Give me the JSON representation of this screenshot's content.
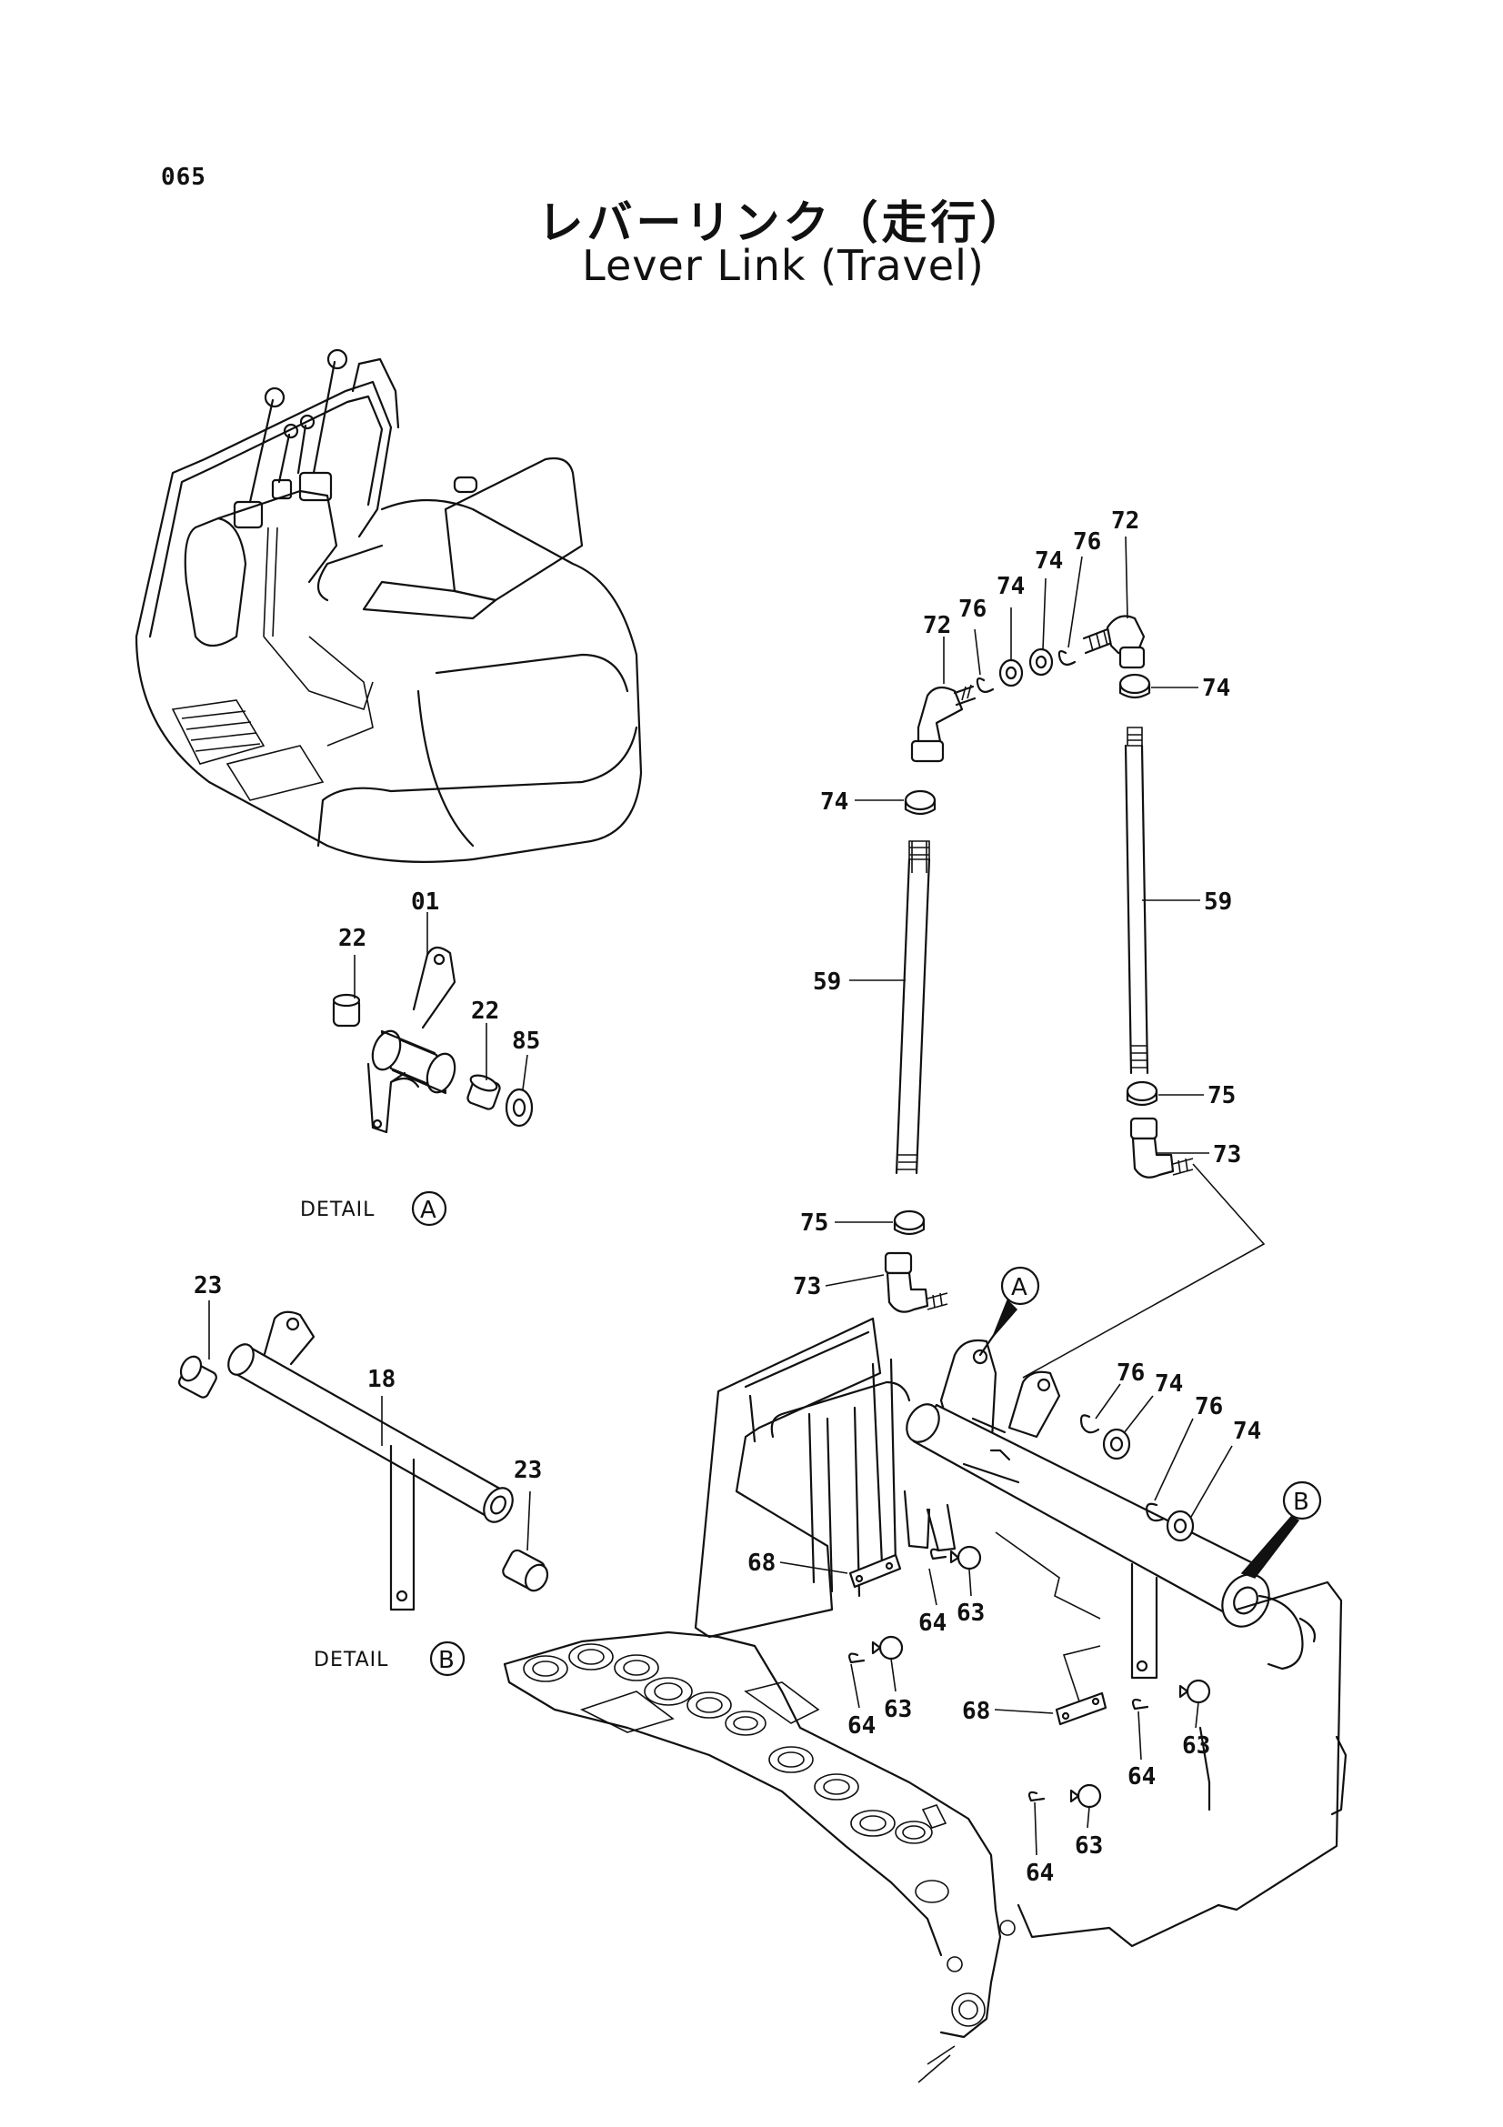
{
  "page": {
    "number": "065"
  },
  "title": {
    "japanese": "レバーリンク（走行）",
    "english": "Lever Link (Travel)"
  },
  "callouts": {
    "c72a": "72",
    "c76a": "76",
    "c74a": "74",
    "c74b": "74",
    "c76b": "76",
    "c72b": "72",
    "c74c": "74",
    "c74d": "74",
    "c59a": "59",
    "c59b": "59",
    "c75a": "75",
    "c73a": "73",
    "c75b": "75",
    "c73b": "73",
    "c76c": "76",
    "c74e": "74",
    "c76d": "76",
    "c74f": "74",
    "c68a": "68",
    "c64a": "64",
    "c63a": "63",
    "c64b": "64",
    "c63b": "63",
    "c68b": "68",
    "c64c": "64",
    "c63c": "63",
    "c64d": "64",
    "c63d": "63",
    "c01": "01",
    "c22a": "22",
    "c22b": "22",
    "c85": "85",
    "c23a": "23",
    "c18": "18",
    "c23b": "23"
  },
  "details": {
    "a": {
      "label": "DETAIL",
      "letter": "A"
    },
    "b": {
      "label": "DETAIL",
      "letter": "B"
    }
  },
  "markers": {
    "a": "A",
    "b": "B"
  }
}
